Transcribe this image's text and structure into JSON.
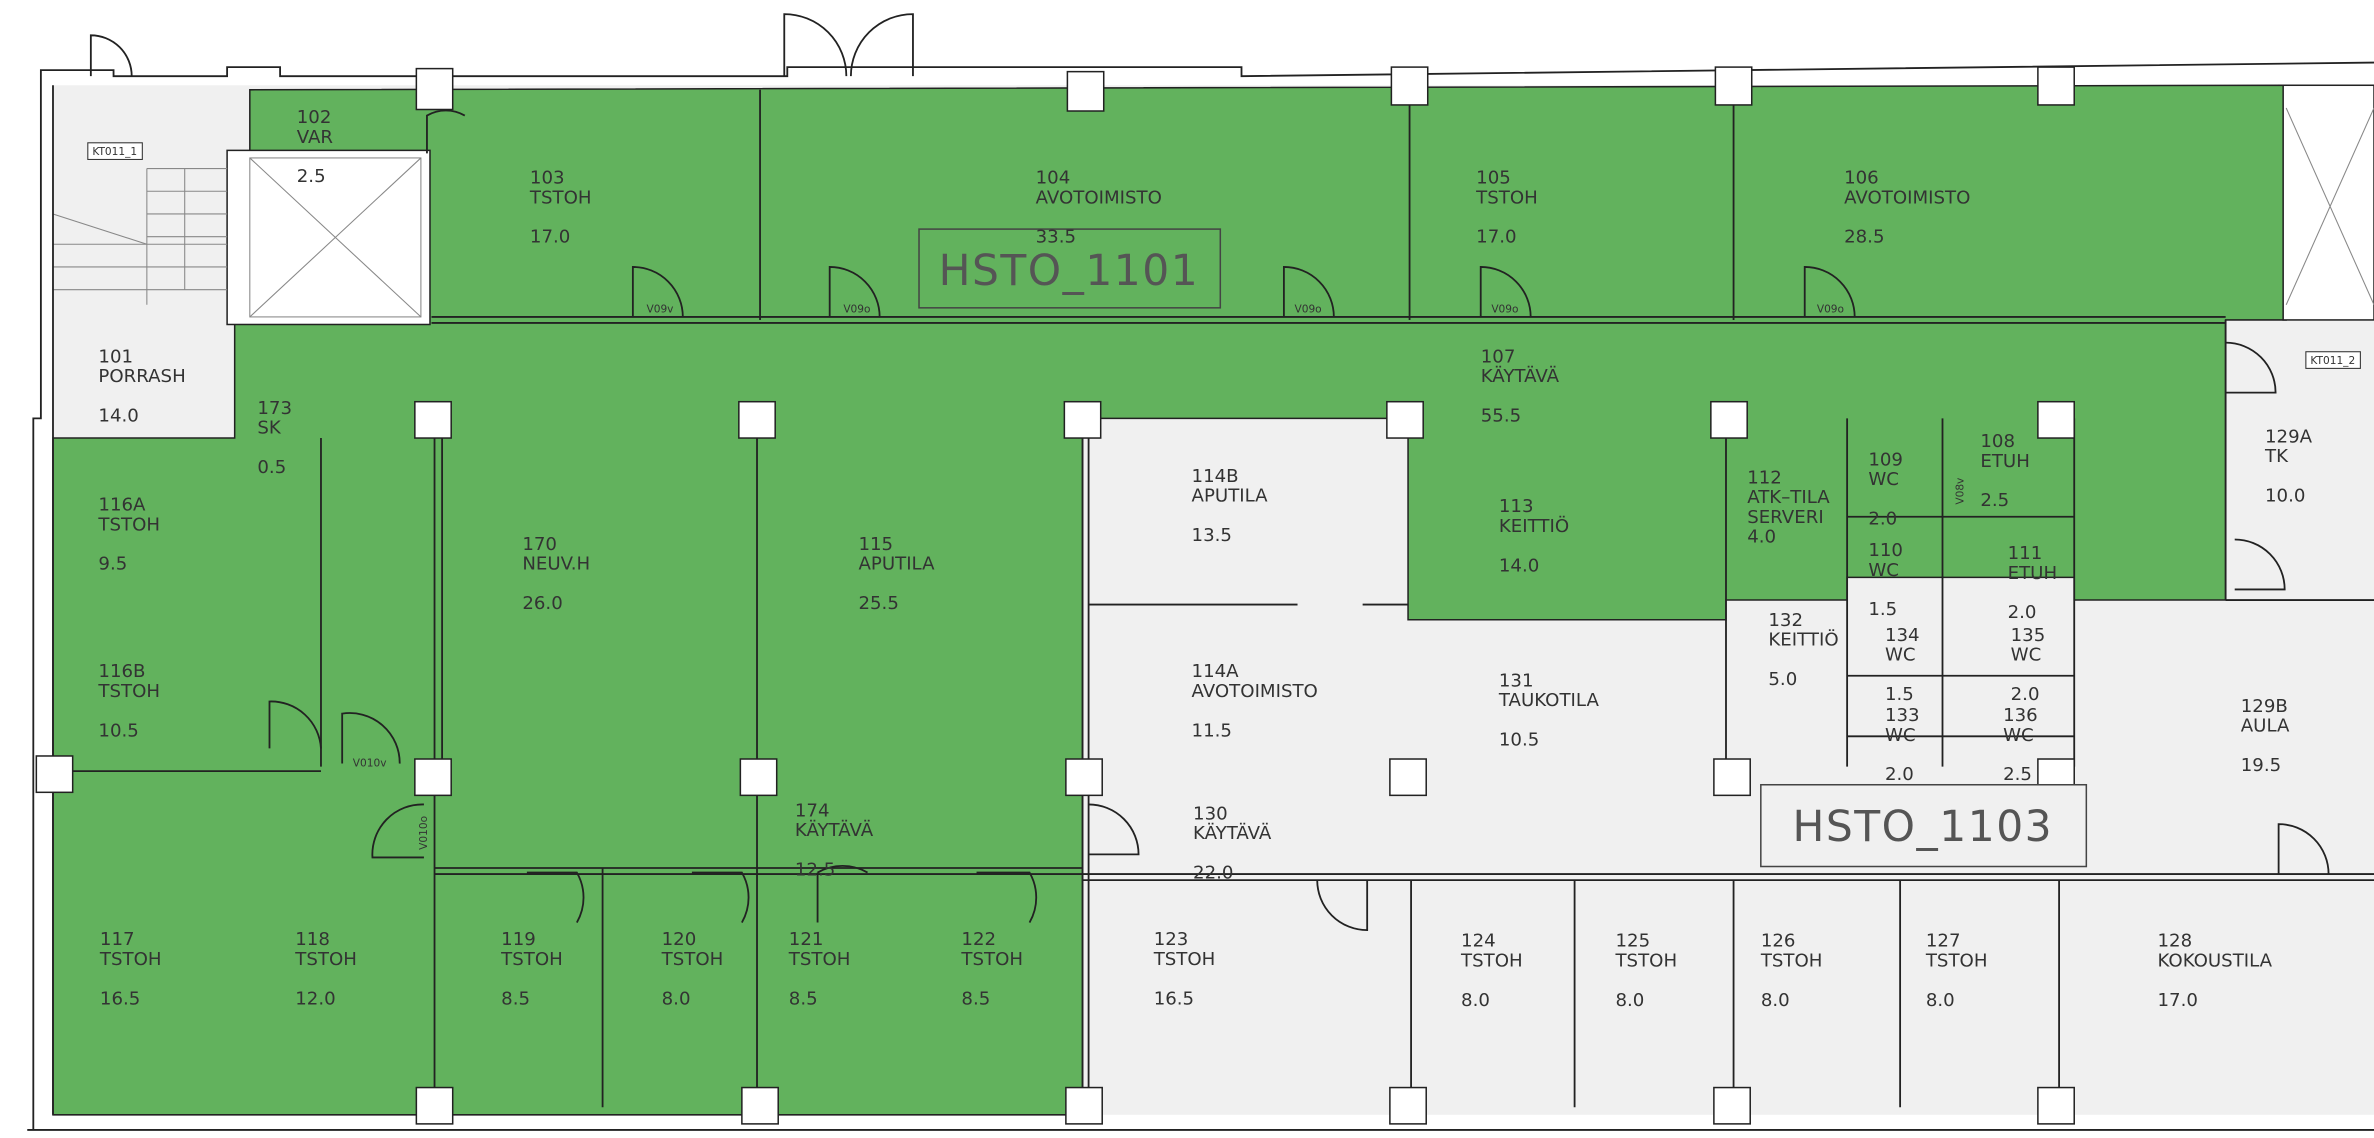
{
  "colors": {
    "occupied": "#62b25d",
    "floor": "#f0f0f0",
    "wall": "#222222"
  },
  "zones": [
    {
      "id": "HSTO_1101"
    },
    {
      "id": "HSTO_1103"
    }
  ],
  "stair_tags": [
    "KT011_1",
    "KT011_2"
  ],
  "door_tags": [
    "V09v",
    "V09o",
    "V09o",
    "V09o",
    "V09o",
    "V010v",
    "V010o",
    "V08v"
  ],
  "rooms": [
    {
      "no": "101",
      "name": "PORRASH",
      "area": "14.0"
    },
    {
      "no": "102",
      "name": "VAR",
      "area": "2.5"
    },
    {
      "no": "103",
      "name": "TSTOH",
      "area": "17.0"
    },
    {
      "no": "104",
      "name": "AVOTOIMISTO",
      "area": "33.5"
    },
    {
      "no": "105",
      "name": "TSTOH",
      "area": "17.0"
    },
    {
      "no": "106",
      "name": "AVOTOIMISTO",
      "area": "28.5"
    },
    {
      "no": "107",
      "name": "KÄYTÄVÄ",
      "area": "55.5"
    },
    {
      "no": "108",
      "name": "ETUH",
      "area": "2.5"
    },
    {
      "no": "109",
      "name": "WC",
      "area": "2.0"
    },
    {
      "no": "110",
      "name": "WC",
      "area": "1.5"
    },
    {
      "no": "111",
      "name": "ETUH",
      "area": "2.0"
    },
    {
      "no": "112",
      "name": "ATK–TILA",
      "name2": "SERVERI",
      "area": "4.0"
    },
    {
      "no": "113",
      "name": "KEITTIÖ",
      "area": "14.0"
    },
    {
      "no": "114A",
      "name": "AVOTOIMISTO",
      "area": "11.5"
    },
    {
      "no": "114B",
      "name": "APUTILA",
      "area": "13.5"
    },
    {
      "no": "115",
      "name": "APUTILA",
      "area": "25.5"
    },
    {
      "no": "116A",
      "name": "TSTOH",
      "area": "9.5"
    },
    {
      "no": "116B",
      "name": "TSTOH",
      "area": "10.5"
    },
    {
      "no": "117",
      "name": "TSTOH",
      "area": "16.5"
    },
    {
      "no": "118",
      "name": "TSTOH",
      "area": "12.0"
    },
    {
      "no": "119",
      "name": "TSTOH",
      "area": "8.5"
    },
    {
      "no": "120",
      "name": "TSTOH",
      "area": "8.0"
    },
    {
      "no": "121",
      "name": "TSTOH",
      "area": "8.5"
    },
    {
      "no": "122",
      "name": "TSTOH",
      "area": "8.5"
    },
    {
      "no": "123",
      "name": "TSTOH",
      "area": "16.5"
    },
    {
      "no": "124",
      "name": "TSTOH",
      "area": "8.0"
    },
    {
      "no": "125",
      "name": "TSTOH",
      "area": "8.0"
    },
    {
      "no": "126",
      "name": "TSTOH",
      "area": "8.0"
    },
    {
      "no": "127",
      "name": "TSTOH",
      "area": "8.0"
    },
    {
      "no": "128",
      "name": "KOKOUSTILA",
      "area": "17.0"
    },
    {
      "no": "129A",
      "name": "TK",
      "area": "10.0"
    },
    {
      "no": "129B",
      "name": "AULA",
      "area": "19.5"
    },
    {
      "no": "130",
      "name": "KÄYTÄVÄ",
      "area": "22.0"
    },
    {
      "no": "131",
      "name": "TAUKOTILA",
      "area": "10.5"
    },
    {
      "no": "132",
      "name": "KEITTIÖ",
      "area": "5.0"
    },
    {
      "no": "133",
      "name": "WC",
      "area": "2.0"
    },
    {
      "no": "134",
      "name": "WC",
      "area": "1.5"
    },
    {
      "no": "135",
      "name": "WC",
      "area": "2.0"
    },
    {
      "no": "136",
      "name": "WC",
      "area": "2.5"
    },
    {
      "no": "170",
      "name": "NEUV.H",
      "area": "26.0"
    },
    {
      "no": "173",
      "name": "SK",
      "area": "0.5"
    },
    {
      "no": "174",
      "name": "KÄYTÄVÄ",
      "area": "12.5"
    }
  ]
}
